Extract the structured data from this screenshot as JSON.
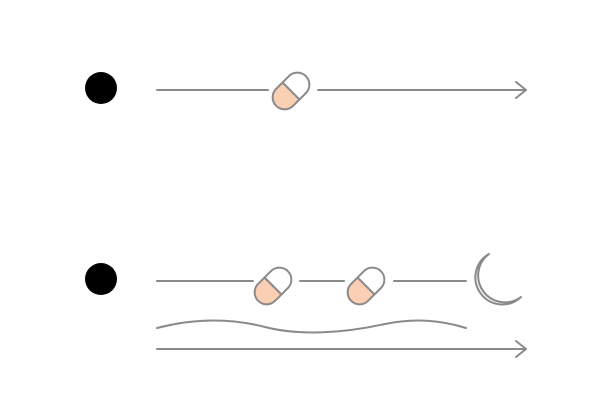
{
  "colors": {
    "background": "#ffffff",
    "stroke": "#8a8a8a",
    "sun_fill": "#f2f3f3",
    "moon_fill": "#f2f3f3",
    "capsule_top": "#fbcfb4",
    "capsule_bottom": "#ffffff"
  },
  "rows": [
    {
      "icons": [
        "sun-icon",
        "capsule-icon",
        "arrow-right-icon"
      ],
      "capsule_count": 1,
      "ends_with": "arrow"
    },
    {
      "icons": [
        "sun-icon",
        "capsule-icon",
        "capsule-icon",
        "moon-icon",
        "wave-line",
        "arrow-right-icon"
      ],
      "capsule_count": 2,
      "ends_with": "moon",
      "has_wave": true,
      "has_separate_arrow": true
    }
  ]
}
